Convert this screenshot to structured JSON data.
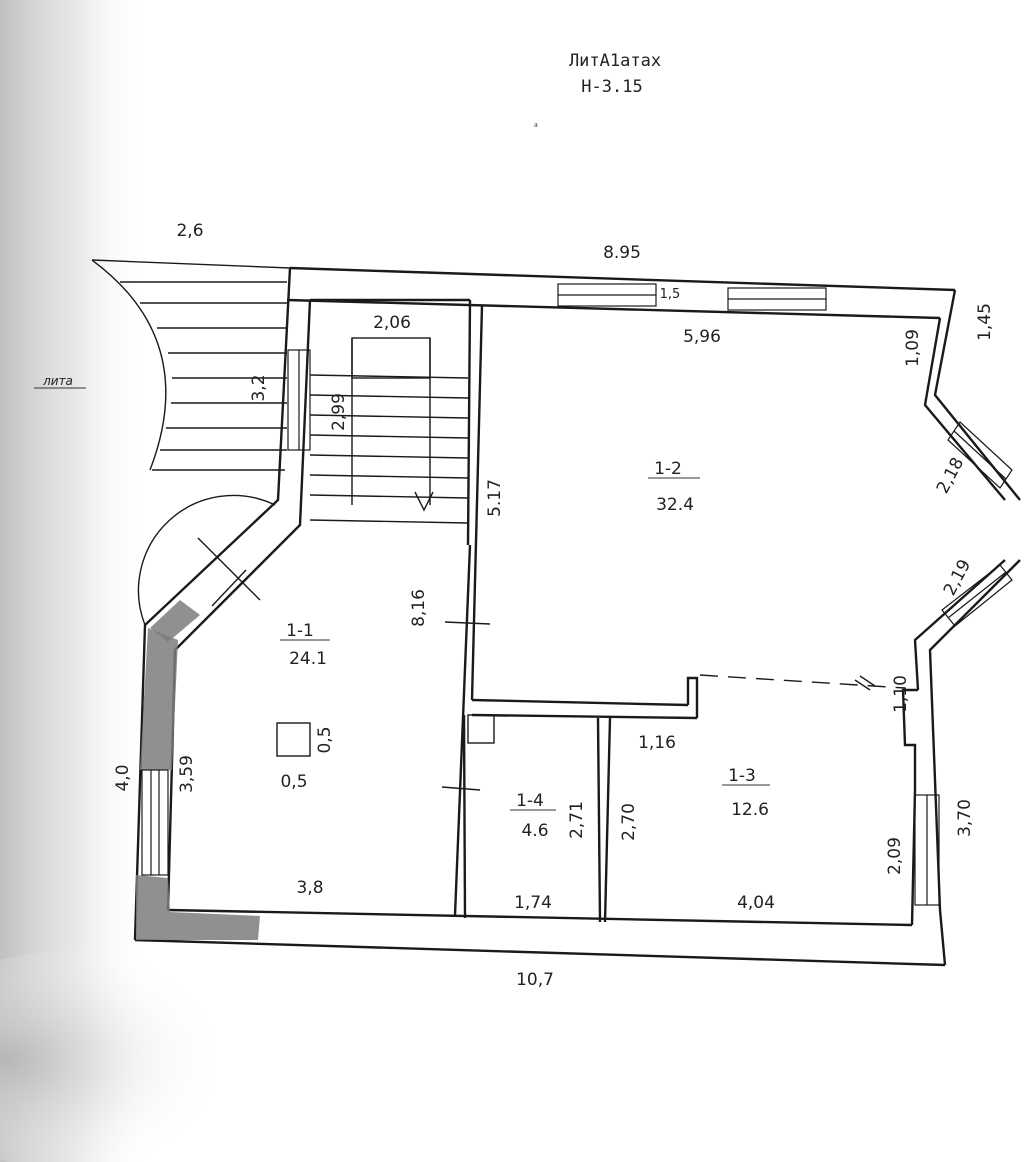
{
  "header": {
    "title": "ЛитА1атах",
    "height": "Н-3.15"
  },
  "side_label": "лита",
  "rooms": [
    {
      "id": "1-1",
      "label": "1-1",
      "area": "24.1"
    },
    {
      "id": "1-2",
      "label": "1-2",
      "area": "32.4"
    },
    {
      "id": "1-3",
      "label": "1-3",
      "area": "12.6"
    },
    {
      "id": "1-4",
      "label": "1-4",
      "area": "4.6"
    }
  ],
  "dims": {
    "porch_width": "2,6",
    "top_total": "8.95",
    "top_inner": "5,96",
    "top_right_outer": "1,45",
    "top_right_inner": "1,09",
    "bay_upper": "2,18",
    "bay_lower": "2,19",
    "right_small": "1,10",
    "right_outer": "3,70",
    "right_inner": "2,09",
    "bottom_total": "10,7",
    "room1_bottom": "3,8",
    "room4_bottom": "1,74",
    "room3_bottom": "4,04",
    "room3_left": "2,70",
    "room4_right": "2,71",
    "room3_notch": "1,16",
    "partition_height": "5.17",
    "room1_right": "8,16",
    "left_outer": "4,0",
    "left_inner": "3,59",
    "stair_width": "2,06",
    "stair_height": "2,99",
    "porch_height": "3,2",
    "chimney_w": "0,5",
    "chimney_h": "0,5",
    "window_mark": "1,5"
  }
}
